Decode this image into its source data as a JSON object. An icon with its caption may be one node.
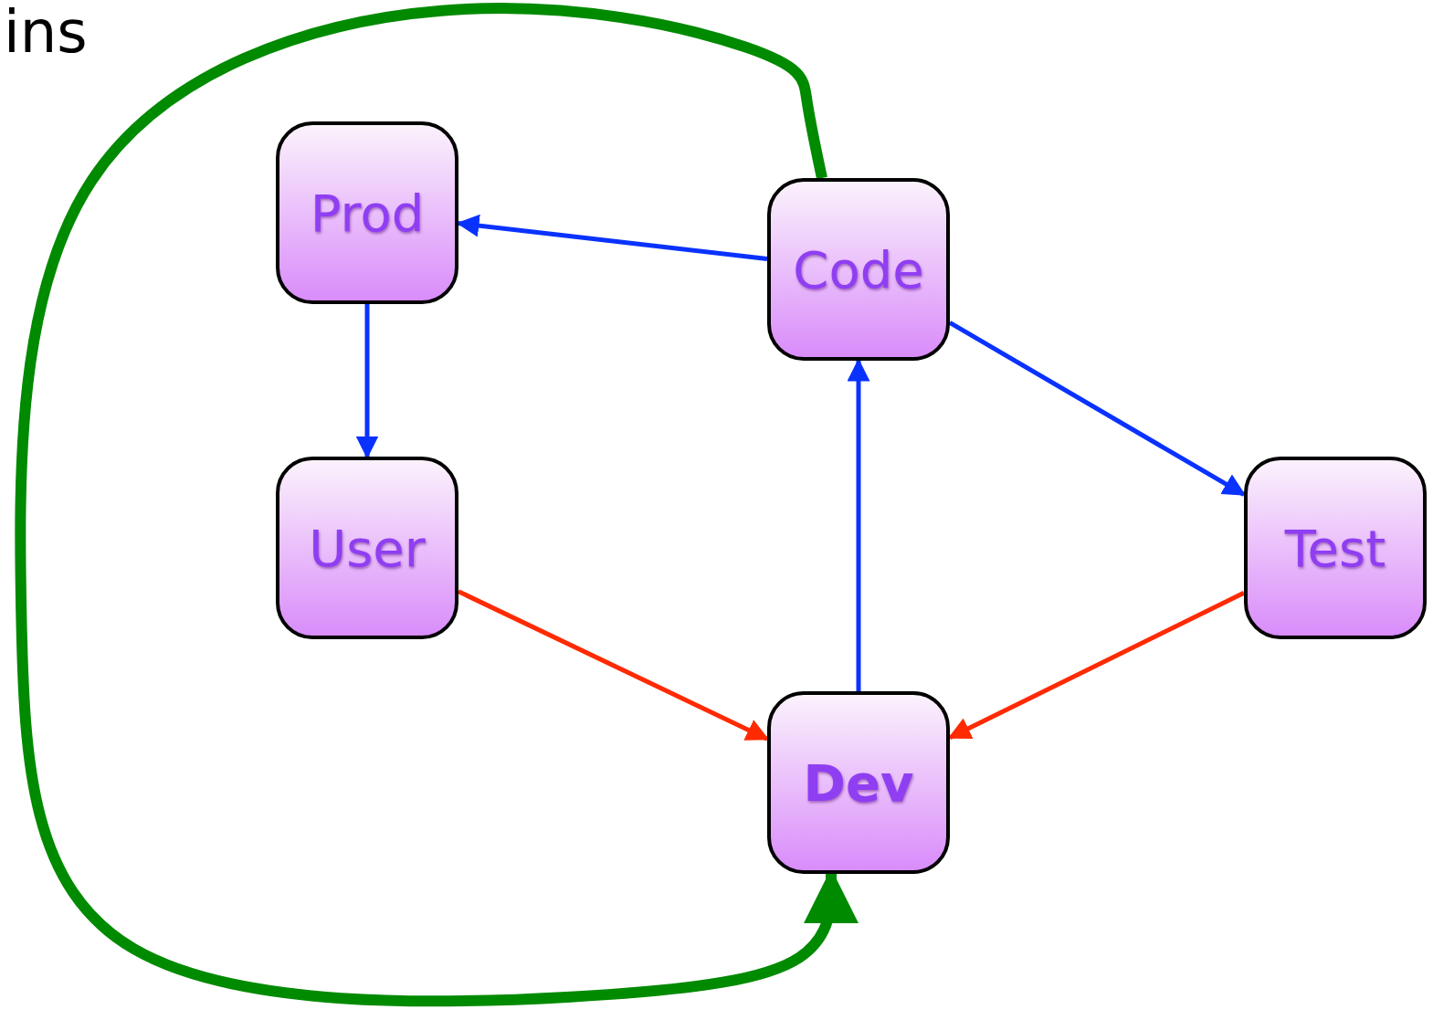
{
  "diagram": {
    "nodes": [
      {
        "text": [
          "Prod"
        ]
      },
      {
        "text": [
          "Code"
        ]
      },
      {
        "text": [
          "User"
        ]
      },
      {
        "text": [
          "Test"
        ]
      },
      {
        "text": [
          "Dev"
        ]
      }
    ],
    "edges": [
      {
        "from": 1,
        "to": 0,
        "arrow": "to"
      },
      {
        "from": 0,
        "to": 2,
        "arrow": "to"
      },
      {
        "from": 1,
        "to": 3,
        "arrow": "to"
      },
      {
        "from": 4,
        "to": 1,
        "arrow": "to"
      },
      {
        "from": 2,
        "to": 4,
        "arrow": "to",
        "color": "#ff2a00"
      },
      {
        "from": 3,
        "to": 4,
        "arrow": "to",
        "color": "#ff2a00"
      },
      {
        "from": 1,
        "to": 4,
        "arrow": "to",
        "style": "thick",
        "color": "#008a00"
      }
    ],
    "labels": [
      "ins"
    ]
  }
}
